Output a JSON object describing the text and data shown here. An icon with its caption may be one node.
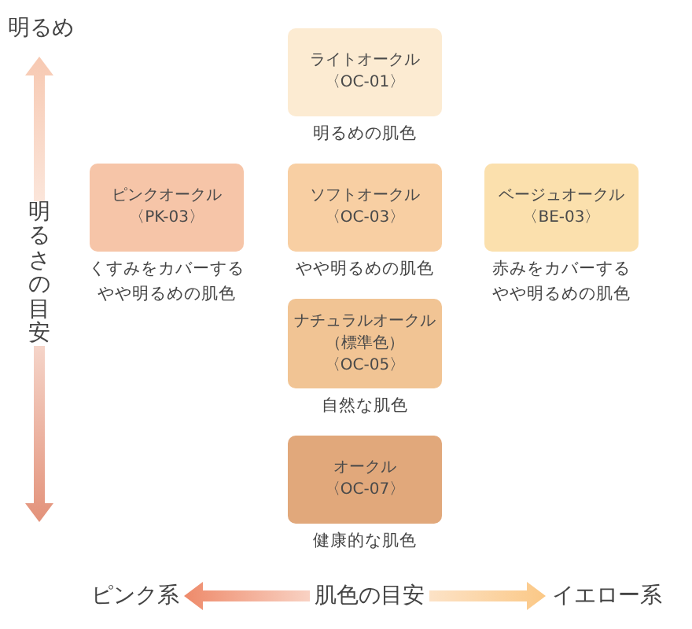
{
  "diagram": {
    "nodes": [
      {
        "text": [
          "ライトオークル",
          "〈OC-01〉"
        ],
        "beside": [
          "明るめの肌色"
        ]
      },
      {
        "text": [
          "ピンクオークル",
          "〈PK-03〉"
        ],
        "beside": [
          "くすみをカバーするやや明るめの肌色"
        ]
      },
      {
        "text": [
          "ソフトオークル",
          "〈OC-03〉"
        ],
        "beside": [
          "やや明るめの肌色"
        ]
      },
      {
        "text": [
          "ベージュオークル",
          "〈BE-03〉"
        ],
        "beside": [
          "赤みをカバーするやや明るめの肌色"
        ]
      },
      {
        "text": [
          "ナチュラルオークル",
          "（標準色）",
          "〈OC-05〉"
        ],
        "beside": [
          "自然な肌色"
        ]
      },
      {
        "text": [
          "オークル",
          "〈OC-07〉"
        ],
        "beside": [
          "健康的な肌色"
        ]
      }
    ],
    "labels": [
      "明るめ",
      "明るさの目安",
      "ピンク系",
      "肌色の目安",
      "イエロー系"
    ]
  }
}
